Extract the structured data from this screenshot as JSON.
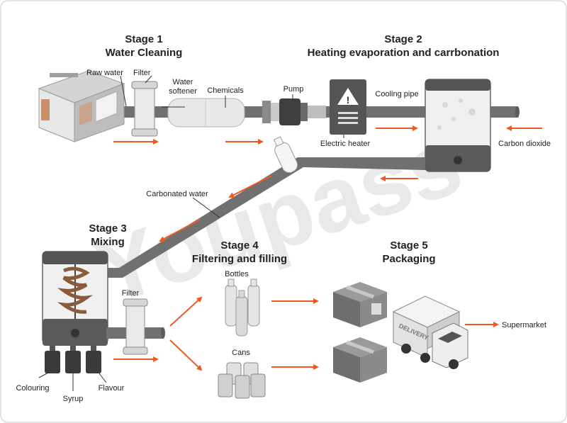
{
  "stages": [
    {
      "line1": "Stage 1",
      "line2": "Water Cleaning"
    },
    {
      "line1": "Stage 2",
      "line2": "Heating evaporation and carrbonation"
    },
    {
      "line1": "Stage 3",
      "line2": "Mixing"
    },
    {
      "line1": "Stage 4",
      "line2": "Filtering and filling"
    },
    {
      "line1": "Stage 5",
      "line2": "Packaging"
    }
  ],
  "labels": {
    "raw_water": "Raw water",
    "filter_1": "Filter",
    "water_softener_1": "Water",
    "water_softener_2": "softener",
    "chemicals": "Chemicals",
    "pump": "Pump",
    "cooling_pipe": "Cooling pipe",
    "electric_heater": "Electric heater",
    "carbon_dioxide": "Carbon dioxide",
    "carbonated_water": "Carbonated water",
    "filter_2": "Filter",
    "bottles": "Bottles",
    "cans": "Cans",
    "supermarket": "Supermarket",
    "colouring": "Colouring",
    "syrup": "Syrup",
    "flavour": "Flavour",
    "truck_text": "DELIVERY"
  },
  "watermark": "Youpass",
  "colors": {
    "arrow": "#ee5a24",
    "pipe": "#707070",
    "dark": "#4a4a4a",
    "light": "#e4e4e4"
  }
}
